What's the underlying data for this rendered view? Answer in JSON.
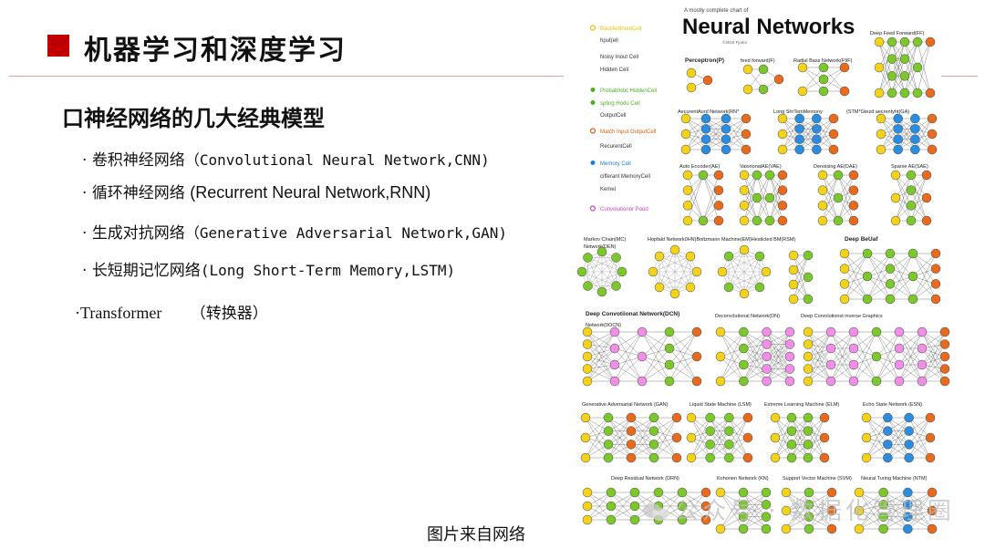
{
  "slide": {
    "title": "机器学习和深度学习",
    "subtitle": "口神经网络的几大经典模型",
    "items": [
      {
        "bullet": "·",
        "zh": "卷积神经网络",
        "en": "（Convolutional  Neural  Network,CNN)"
      },
      {
        "bullet": "·",
        "zh": "循环神经网络",
        "en": "(Recurrent  Neural  Network,RNN)"
      },
      {
        "bullet": "·",
        "zh": "生成对抗网络",
        "en": "（Generative Adversarial Network,GAN)"
      },
      {
        "bullet": "·",
        "zh": "长短期记忆网络",
        "en": "(Long  Short-Term  Memory,LSTM)"
      }
    ],
    "transformer": {
      "en": "·Transformer",
      "zh": "（转换器）"
    },
    "caption": "图片来自网络"
  },
  "chart": {
    "small_header": "A  mostly  complete  chart  of",
    "main_title": "Neural Networks",
    "credit": "©2016 Fjodor",
    "legend": [
      {
        "symbol": "O",
        "text": "BackfedInoutCell",
        "color": "#f0c000"
      },
      {
        "symbol": "",
        "text": "hput(ell",
        "color": "#222222"
      },
      {
        "symbol": "",
        "text": "Noisy Inout Cell",
        "color": "#222222"
      },
      {
        "symbol": "",
        "text": "Hidden Cell",
        "color": "#222222"
      },
      {
        "symbol": "●",
        "text": "Probablistic    HiddenCell",
        "color": "#4caf20"
      },
      {
        "symbol": "●",
        "text": "spling  Hodu  Cell",
        "color": "#4caf20"
      },
      {
        "symbol": "",
        "text": "OutputCell",
        "color": "#222222"
      },
      {
        "symbol": "O",
        "text": "Match Input OutputCell",
        "color": "#e06010"
      },
      {
        "symbol": "",
        "text": "RecurentCell",
        "color": "#222222"
      },
      {
        "symbol": "●",
        "text": "Memory Cell",
        "color": "#1a80d0"
      },
      {
        "symbol": "",
        "text": "cifferant MemoryCell",
        "color": "#222222"
      },
      {
        "symbol": "",
        "text": "Kemel",
        "color": "#222222"
      },
      {
        "symbol": "O",
        "text": "Convolutionor Pood",
        "color": "#d040c0"
      }
    ],
    "network_labels": [
      "Deep Feed Forward(FF)",
      "Perceptron(P)",
      "feed  forward(F)",
      "Radial Bass Network(F9F)",
      "AecurentAord    Network(RN*",
      "Long  ShrTemMemony",
      "(STM*Gtezd  aecrentyht(GA)",
      "Auto Encoder(AE)",
      "VaiorionalAE(VAE)",
      "Denoising AE(DAE)",
      "Sparse AE(SAE)",
      "Markov Chain(MC)",
      "Network(DEN)",
      "Hopfald Network0HN)Boltzmann Machine(EM)Hesticted BM(RSM)",
      "Deep BeUaf",
      "Deep Convotiionat Network(DCN)",
      "Network(0OCN)",
      "Decorvclutional Network(DN)",
      "Deep Corvolutionst inverse Graphics",
      "Generative Adversarial Network (GAN)",
      "Liquid State Machine (LSM)",
      "Extreme Learning Machine (ELM)",
      "Echo State Network (ESN)",
      "Deep Residual Network (DRN)",
      "Kohonen Network (KN)",
      "Support Vector Machine (SVM)",
      "Neural Turing Machine (NTM)"
    ],
    "colors": {
      "input": "#f2d21b",
      "hidden": "#7cc72c",
      "output": "#e86a1c",
      "memory": "#2b8de0",
      "conv": "#f08ee8",
      "title_red": "#c00000"
    }
  },
  "watermark": "公众号 · 数据化管理圈"
}
